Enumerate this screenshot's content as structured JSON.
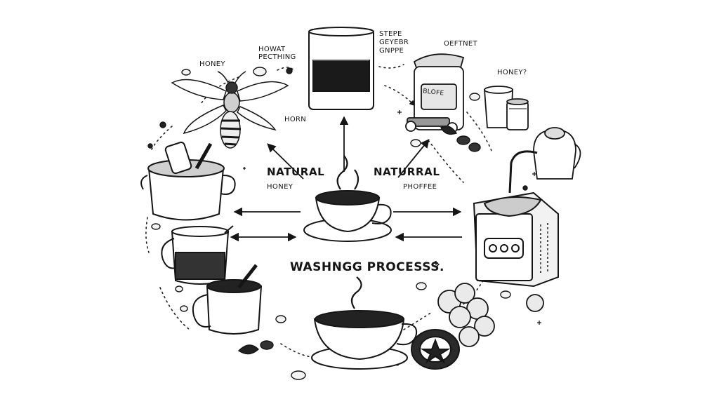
{
  "labels": {
    "honey_left": "HONEY",
    "howat_pecthing": [
      "HOWAT",
      "PECTHING"
    ],
    "stepe_geyebr_gnppe": [
      "STEPE",
      "GEYEBR",
      "GNPPE"
    ],
    "oeftnet": "OEFTNET",
    "honey_question": "HONEY?",
    "horn": "HORN",
    "natural_left": "NATURAL",
    "honey_under_natural": "HONEY",
    "natural_right": "NATURRAL",
    "phoffee": "PHOFFEE",
    "machine_sign": "BLOFE",
    "washing_process": "WASHNGG PROCESSS."
  },
  "icons": [
    "bee-icon",
    "glass-jar-icon",
    "espresso-machine-icon",
    "honey-jar-icon",
    "kettle-icon",
    "cooking-pot-icon",
    "center-coffee-cup-icon",
    "grinder-machine-icon",
    "pitcher-icon",
    "mug-icon",
    "bottom-coffee-cup-icon",
    "coffee-cherries-icon",
    "dried-fruit-slice-icon"
  ],
  "colors": {
    "ink": "#151515",
    "background": "#ffffff",
    "shade": "#2a2a2a"
  }
}
